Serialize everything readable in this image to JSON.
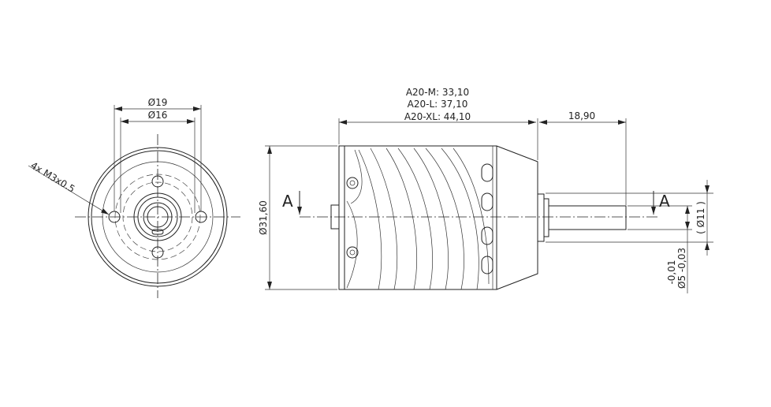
{
  "front_view": {
    "dim_outer_hole_circle": "Ø19",
    "dim_inner_hole_circle": "Ø16",
    "thread_callout": "4x M3x0.5"
  },
  "side_view": {
    "length_m": "A20-M: 33,10",
    "length_l": "A20-L: 37,10",
    "length_xl": "A20-XL: 44,10",
    "shaft_length": "18,90",
    "diameter_body": "Ø31,60",
    "section_left": "A",
    "section_right": "A",
    "shaft_collar_diameter": "( Ø11 )",
    "shaft_tolerance_upper": "-0,01",
    "shaft_diameter": "Ø5 -0,03"
  }
}
